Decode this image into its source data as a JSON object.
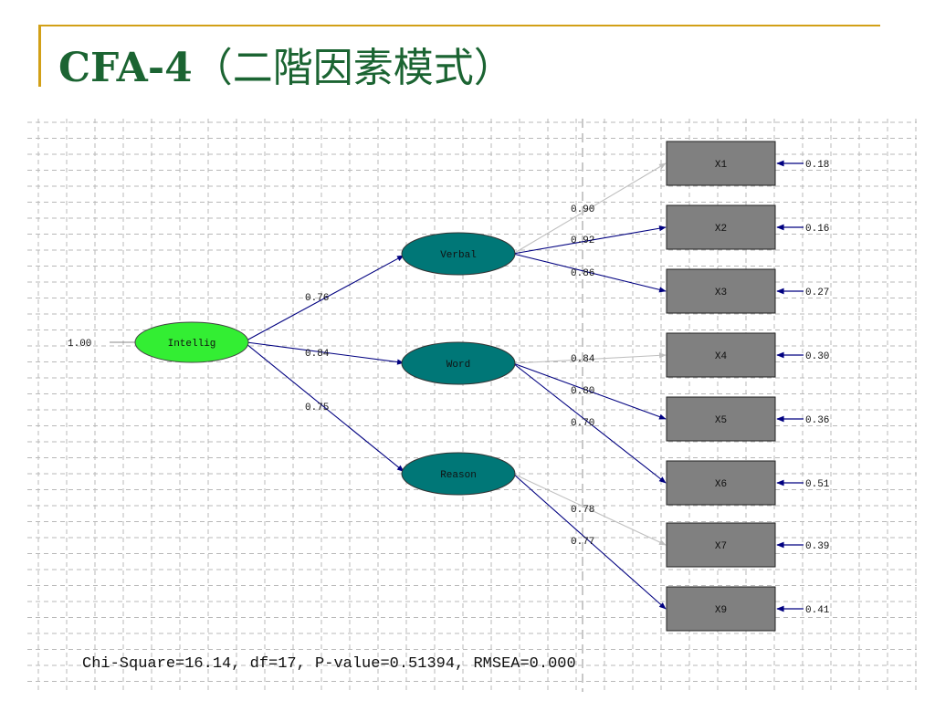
{
  "slide": {
    "title_latin": "CFA-4",
    "title_cjk": "（二階因素模式）"
  },
  "colors": {
    "title": "#1b6432",
    "accent": "#d2a017",
    "second_order_factor": "#33ee33",
    "first_order_factor": "#007777",
    "indicator_box": "#808080",
    "significant_path": "#000080",
    "fixed_path": "#c0c0c0",
    "grid": "#b8b8b8"
  },
  "diagram": {
    "second_order": {
      "name": "Intellig",
      "variance": "1.00"
    },
    "first_order": [
      {
        "name": "Verbal",
        "loading": "0.76"
      },
      {
        "name": "Word",
        "loading": "0.84"
      },
      {
        "name": "Reason",
        "loading": "0.75"
      }
    ],
    "indicators": [
      {
        "name": "X1",
        "error": "0.18"
      },
      {
        "name": "X2",
        "error": "0.16"
      },
      {
        "name": "X3",
        "error": "0.27"
      },
      {
        "name": "X4",
        "error": "0.30"
      },
      {
        "name": "X5",
        "error": "0.36"
      },
      {
        "name": "X6",
        "error": "0.51"
      },
      {
        "name": "X7",
        "error": "0.39"
      },
      {
        "name": "X9",
        "error": "0.41"
      }
    ],
    "paths": [
      {
        "from": "Verbal",
        "to": "X1",
        "label": "0.90",
        "style": "fixed"
      },
      {
        "from": "Verbal",
        "to": "X2",
        "label": "0.92",
        "style": "significant"
      },
      {
        "from": "Verbal",
        "to": "X3",
        "label": "0.86",
        "style": "significant"
      },
      {
        "from": "Word",
        "to": "X4",
        "label": "0.84",
        "style": "fixed"
      },
      {
        "from": "Word",
        "to": "X5",
        "label": "0.80",
        "style": "significant"
      },
      {
        "from": "Word",
        "to": "X6",
        "label": "0.70",
        "style": "significant"
      },
      {
        "from": "Reason",
        "to": "X7",
        "label": "0.78",
        "style": "fixed"
      },
      {
        "from": "Reason",
        "to": "X9",
        "label": "0.77",
        "style": "significant"
      }
    ],
    "fit_statistics": "Chi-Square=16.14, df=17, P-value=0.51394, RMSEA=0.000"
  }
}
